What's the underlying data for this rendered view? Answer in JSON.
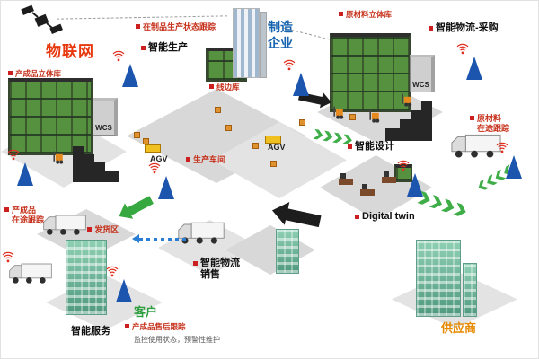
{
  "nodes": {
    "iot": "物联网",
    "manufacturer": "制造\n企业",
    "customer": "客户",
    "supplier": "供应商"
  },
  "labels": {
    "wip_tracking": "在制品生产状态跟踪",
    "smart_production": "智能生产",
    "raw_warehouse": "原材料立体库",
    "smart_logistics_purchase": "智能物流-采购",
    "finished_warehouse": "产成品立体库",
    "line_side_store": "线边库",
    "wcs_left": "WCS",
    "wcs_right": "WCS",
    "workshop": "生产车间",
    "agv_left": "AGV",
    "agv_right": "AGV",
    "raw_in_transit": "原材料\n在途跟踪",
    "smart_design": "智能设计",
    "digital_twin": "Digital twin",
    "finished_in_transit": "产成品\n在途跟踪",
    "shipping_area": "发货区",
    "smart_logistics_sales": "智能物流\n销售",
    "smart_service": "智能服务",
    "aftersales_tracking": "产成品售后跟踪",
    "monitoring": "监控使用状态，预警性维护"
  },
  "colors": {
    "iot_red": "#e8380d",
    "manufacturer_blue": "#1663b0",
    "customer_green": "#2f9e40",
    "supplier_orange": "#e68a00",
    "bullet_red": "#cc1f1f",
    "label_red": "#c6321c",
    "rack_green": "#569140",
    "antenna_blue": "#1b55ae",
    "wifi_red": "#e03020",
    "platform_gray": "#d8d8d8"
  },
  "icons": {
    "satellite": "black satellite with solar panels",
    "antenna": "blue triangle mast",
    "wifi": "red signal arcs",
    "truck": "white box truck",
    "forklift": "orange forklift",
    "rack": "green storage rack",
    "stairs": "black conveyor steps",
    "arrow_black": "black 3d arrow",
    "arrow_green": "green chevron arrow",
    "arrow_blue": "blue dotted arrow"
  }
}
